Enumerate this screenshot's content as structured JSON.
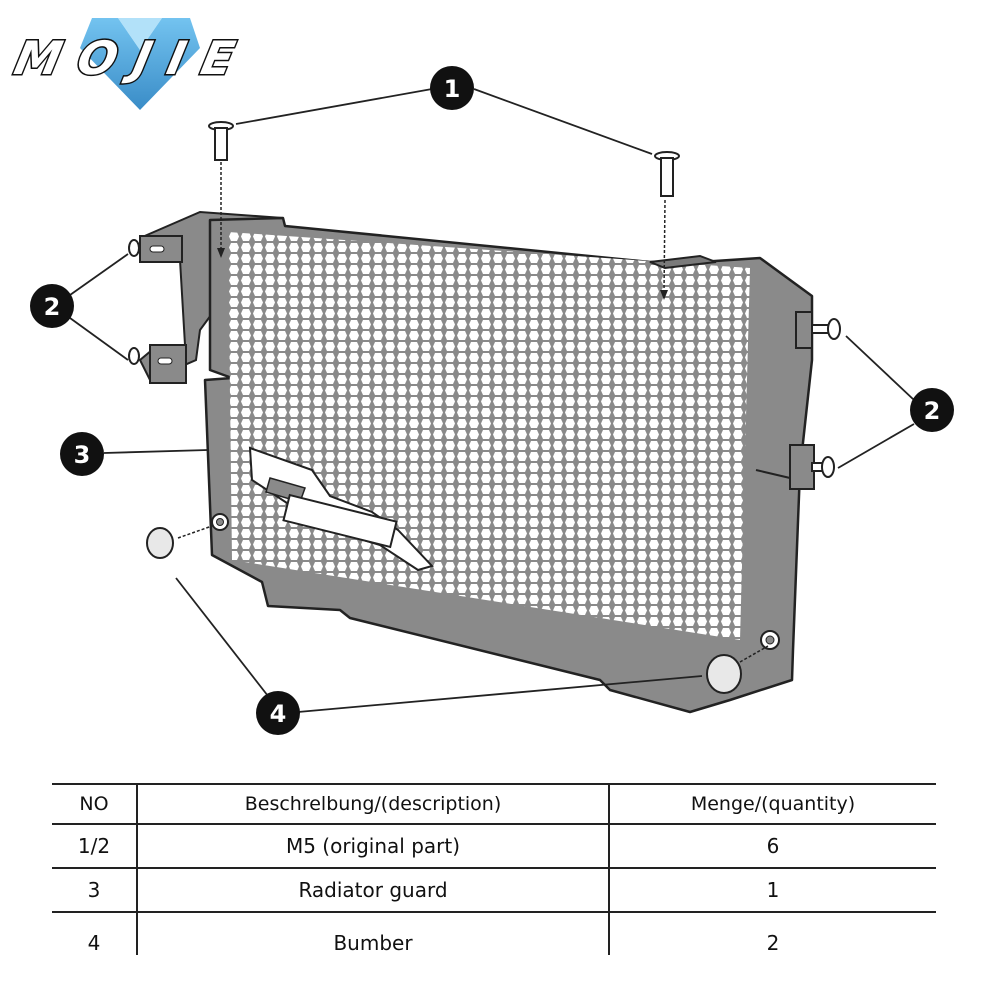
{
  "brand": {
    "logo_text": "MOJIE",
    "accent_color": "#4aa3d8",
    "ink_color": "#111111"
  },
  "diagram": {
    "guard_color": "#8a8a8a",
    "callouts": [
      {
        "number": "1"
      },
      {
        "number": "2"
      },
      {
        "number": "2"
      },
      {
        "number": "3"
      },
      {
        "number": "4"
      }
    ]
  },
  "parts_table": {
    "headers": [
      "NO",
      "Beschrelbung/(description)",
      "Menge/(quantity)"
    ],
    "rows": [
      {
        "no": "1/2",
        "description": "M5 (original part)",
        "quantity": "6"
      },
      {
        "no": "3",
        "description": "Radiator guard",
        "quantity": "1"
      },
      {
        "no": "4",
        "description": "Bumber",
        "quantity": "2"
      }
    ]
  }
}
